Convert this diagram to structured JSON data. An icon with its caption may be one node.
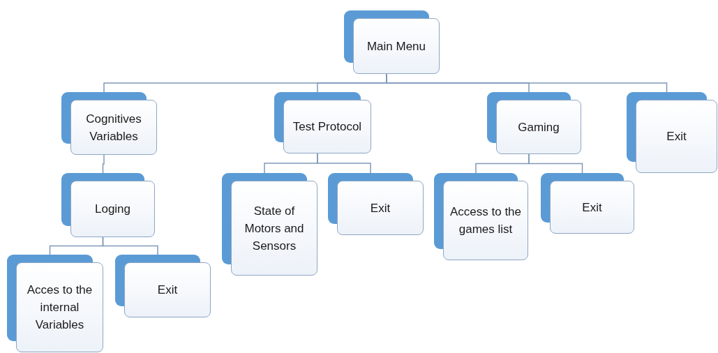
{
  "diagram": {
    "nodes": [
      {
        "text": [
          "Main Menu"
        ]
      },
      {
        "text": [
          "Cognitives Variables"
        ]
      },
      {
        "text": [
          "Test Protocol"
        ]
      },
      {
        "text": [
          "Gaming"
        ]
      },
      {
        "text": [
          "Exit"
        ]
      },
      {
        "text": [
          "Loging"
        ]
      },
      {
        "text": [
          "State of Motors and Sensors"
        ]
      },
      {
        "text": [
          "Exit"
        ]
      },
      {
        "text": [
          "Access to the games list"
        ]
      },
      {
        "text": [
          "Exit"
        ]
      },
      {
        "text": [
          "Acces to the internal Variables"
        ]
      },
      {
        "text": [
          "Exit"
        ]
      }
    ],
    "edges": [
      {
        "from": 0,
        "to": 1,
        "arrow": "none"
      },
      {
        "from": 0,
        "to": 2,
        "arrow": "none"
      },
      {
        "from": 0,
        "to": 3,
        "arrow": "none"
      },
      {
        "from": 0,
        "to": 4,
        "arrow": "none"
      },
      {
        "from": 1,
        "to": 5,
        "arrow": "none"
      },
      {
        "from": 2,
        "to": 6,
        "arrow": "none"
      },
      {
        "from": 2,
        "to": 7,
        "arrow": "none"
      },
      {
        "from": 3,
        "to": 8,
        "arrow": "none"
      },
      {
        "from": 3,
        "to": 9,
        "arrow": "none"
      },
      {
        "from": 5,
        "to": 10,
        "arrow": "none"
      },
      {
        "from": 5,
        "to": 11,
        "arrow": "none"
      }
    ]
  }
}
